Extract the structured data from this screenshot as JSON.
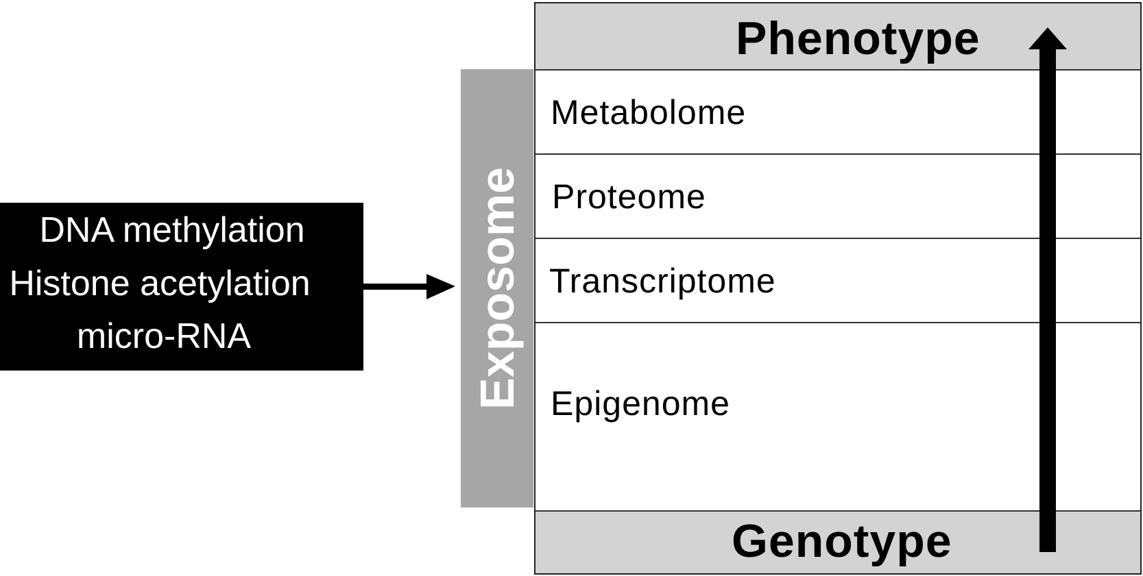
{
  "mechanisms": {
    "lines": [
      "DNA methylation",
      "Histone acetylation",
      "micro-RNA"
    ]
  },
  "exposome": {
    "label": "Exposome"
  },
  "layers": {
    "top": "Phenotype",
    "middle": [
      "Metabolome",
      "Proteome",
      "Transcriptome",
      "Epigenome"
    ],
    "bottom": "Genotype"
  },
  "colors": {
    "mechanism_box": "#000000",
    "exposome_bar": "#a6a6a6",
    "layer_header": "#d3d3d3",
    "arrow": "#000000"
  }
}
